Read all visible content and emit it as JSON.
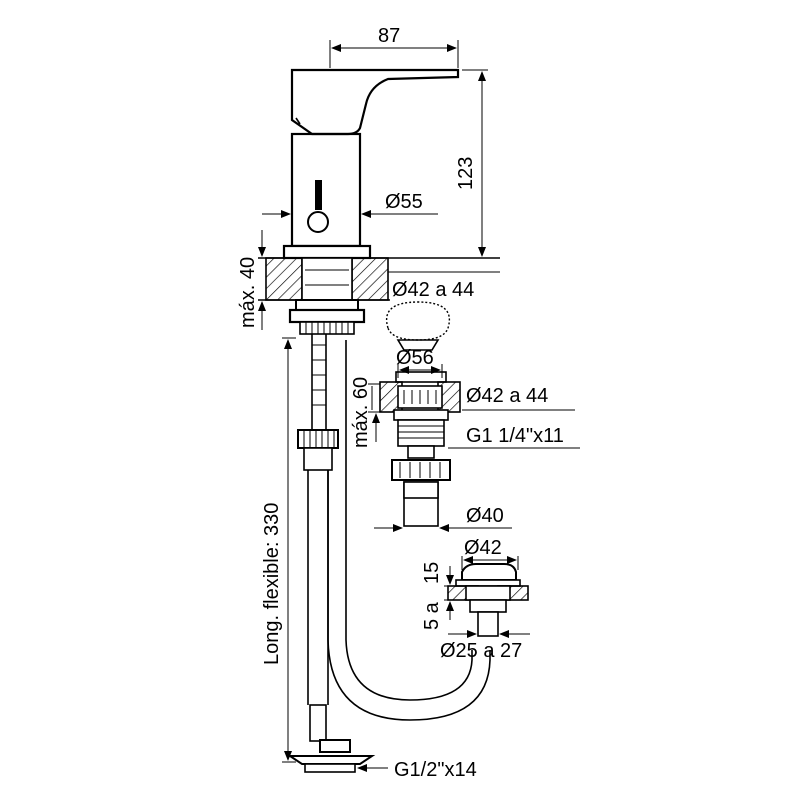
{
  "dimensions": {
    "width_87": "87",
    "height_123": "123",
    "diameter_55": "Ø55",
    "max_40": "máx. 40",
    "diameter_42_44_top": "Ø42 a 44",
    "diameter_56": "Ø56",
    "max_60": "máx. 60",
    "diameter_42_44_mid": "Ø42 a 44",
    "thread_g114": "G1 1/4\"x11",
    "diameter_40": "Ø40",
    "diameter_42": "Ø42",
    "range_15": "15",
    "range_5a": "5 a",
    "diameter_25_27": "Ø25 a 27",
    "long_flexible": "Long. flexible: 330",
    "thread_g12": "G1/2\"x14"
  }
}
